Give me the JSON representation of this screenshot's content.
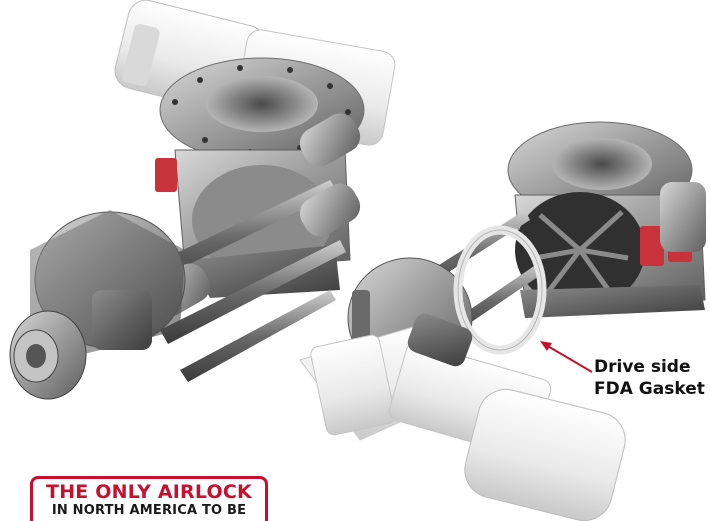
{
  "image": {
    "subject": "two stainless rotary airlock valves with quick-clean rotor extraction",
    "accent_color": "#c8102e",
    "metal_color": "#a9a9a9",
    "motor_color": "#f2f2f2",
    "connector_color": "#c8323a"
  },
  "callout": {
    "line1": "Drive side",
    "line2": "FDA Gasket"
  },
  "badge": {
    "line1": "THE ONLY AIRLOCK",
    "line2": "IN NORTH AMERICA TO BE"
  }
}
